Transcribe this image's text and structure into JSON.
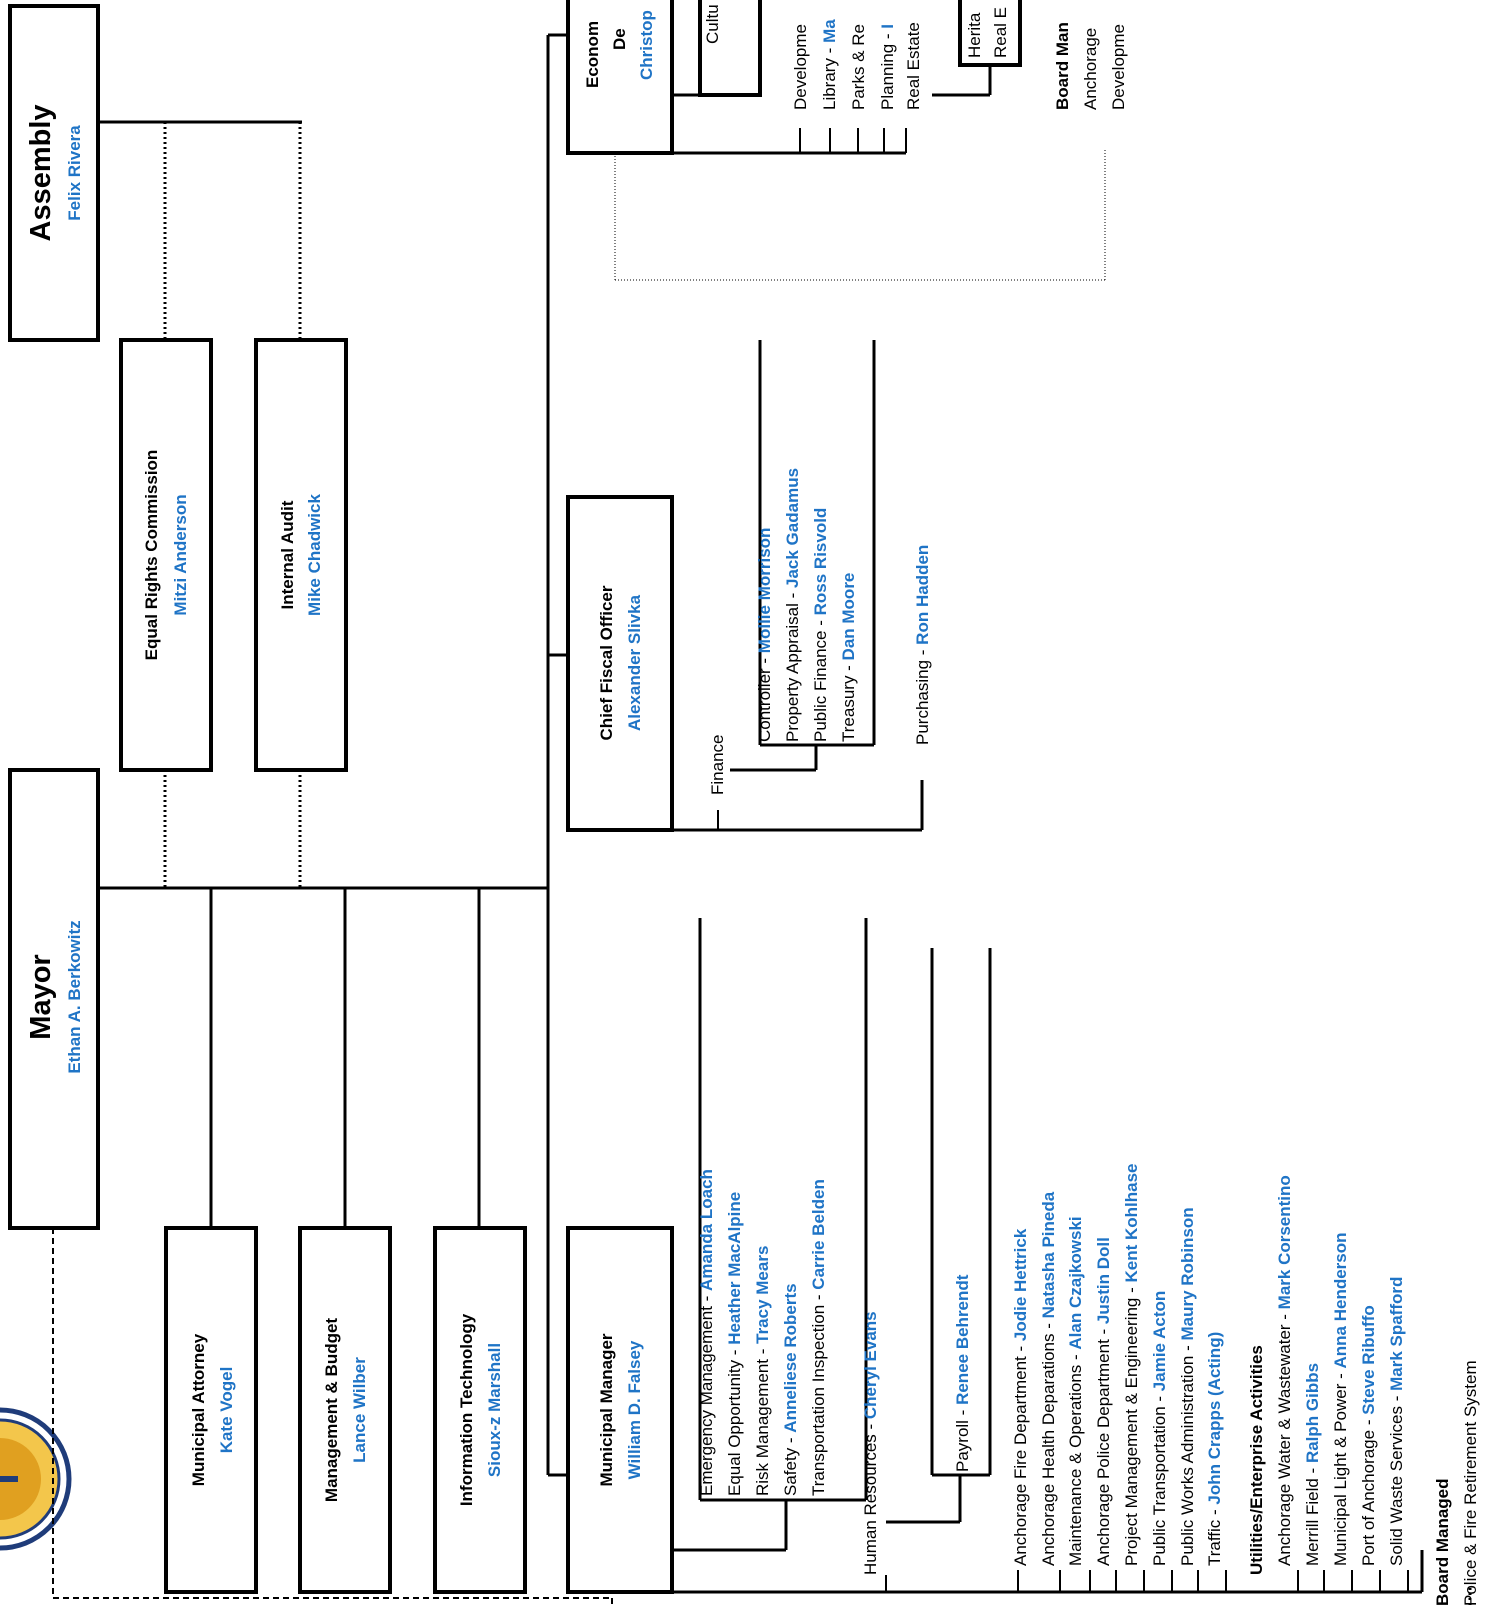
{
  "assembly": {
    "title": "Assembly",
    "head": "Felix Rivera"
  },
  "mayor": {
    "title": "Mayor",
    "head_prefix": "Ethan A. ",
    "head_last": "Berkowitz"
  },
  "equal_rights": {
    "title": "Equal Rights Commission",
    "head": "Mitzi Anderson"
  },
  "internal_audit": {
    "title": "Internal Audit",
    "head": "Mike Chadwick"
  },
  "municipal_attorney": {
    "title": "Municipal Attorney",
    "head": "Kate Vogel"
  },
  "management_budget": {
    "title": "Management & Budget",
    "head": "Lance Wilber"
  },
  "information_technology": {
    "title": "Information Technology",
    "head": "Sioux-z Marshall"
  },
  "municipal_manager": {
    "title": "Municipal Manager",
    "head": "William D. Falsey",
    "staff": [
      {
        "label": "Emergency Management - ",
        "name": "Amanda Loach"
      },
      {
        "label": "Equal Opportunity - ",
        "name": "Heather MacAlpine"
      },
      {
        "label": "Risk Management - ",
        "name": "Tracy Mears"
      },
      {
        "label": "Safety - ",
        "name": "Anneliese Roberts"
      },
      {
        "label": "Transportation Inspection - ",
        "name": "Carrie Belden"
      }
    ],
    "human_resources": {
      "label": "Human Resources - ",
      "name": "Cheryl Evans"
    },
    "payroll": {
      "label": "Payroll - ",
      "name": "Renee Behrendt"
    },
    "departments": [
      {
        "label": "Anchorage Fire Department - ",
        "name": "Jodie Hettrick"
      },
      {
        "label": "Anchorage Health Deparations - ",
        "name": "Natasha Pineda"
      },
      {
        "label": "Maintenance & Operations - ",
        "name": "Alan Czajkowski"
      },
      {
        "label": "Anchorage Police Department - ",
        "name": "Justin Doll"
      },
      {
        "label": "Project Management & Engineering - ",
        "name": "Kent Kohlhase"
      },
      {
        "label": "Public Transportation - ",
        "name": "Jamie Acton"
      },
      {
        "label": "Public Works Administration - ",
        "name": "Maury Robinson"
      },
      {
        "label": "Traffic - ",
        "name": "John Crapps (Acting)"
      }
    ],
    "utilities_heading": "Utilities/Enterprise Activities",
    "utilities": [
      {
        "label": "Anchorage Water & Wastewater - ",
        "name": "Mark Corsentino"
      },
      {
        "label": "Merrill Field - ",
        "name": "Ralph Gibbs"
      },
      {
        "label": "Municipal Light & Power - ",
        "name": "Anna Henderson"
      },
      {
        "label": "Port of Anchorage - ",
        "name": "Steve Ribuffo"
      },
      {
        "label": "Solid Waste Services - ",
        "name": "Mark Spafford"
      }
    ],
    "board_managed_heading": "Board Managed",
    "board_managed": [
      "Police & Fire Retirement System"
    ]
  },
  "chief_fiscal_officer": {
    "title": "Chief Fiscal Officer",
    "head": "Alexander Slivka",
    "finance_label": "Finance",
    "finance": [
      {
        "label": "Controller - ",
        "name": "Mollie Morrison"
      },
      {
        "label": "Property Appraisal - ",
        "name": "Jack Gadamus"
      },
      {
        "label": "Public Finance - ",
        "name": "Ross Risvold"
      },
      {
        "label": "Treasury - ",
        "name": "Dan Moore"
      }
    ],
    "purchasing": {
      "label": "Purchasing - ",
      "name": "Ron Hadden"
    }
  },
  "economic_development": {
    "title_line1": "Econom",
    "title_line2": "De",
    "head": "Christop",
    "culture_box": "Cultu",
    "items": [
      {
        "label": "Developme",
        "name": ""
      },
      {
        "label": "Library - ",
        "name": "Ma"
      },
      {
        "label": "Parks & Re",
        "name": ""
      },
      {
        "label": "Planning - ",
        "name": "I"
      },
      {
        "label": "Real Estate",
        "name": ""
      }
    ],
    "sub_box_line1": "Herita",
    "sub_box_line2": "Real E",
    "board_heading": "Board Man",
    "board_items": [
      "Anchorage",
      "Developme"
    ]
  }
}
